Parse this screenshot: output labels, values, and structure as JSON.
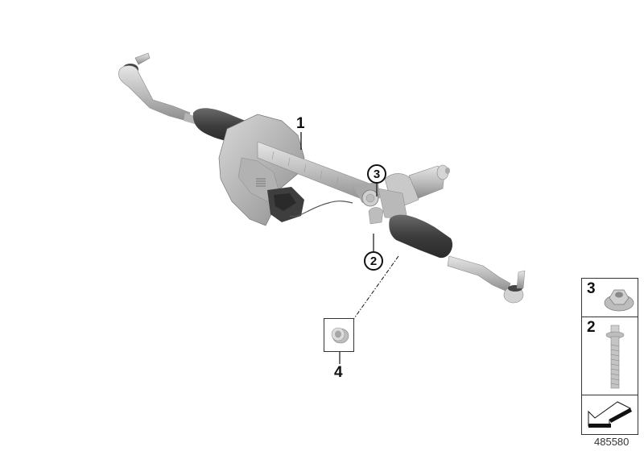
{
  "diagram": {
    "type": "exploded parts diagram",
    "subject": "Steering rack assembly",
    "reference_number": "485580",
    "callouts": [
      {
        "id": "1",
        "style": "plain",
        "target": "steering-rack-housing"
      },
      {
        "id": "2",
        "style": "circled",
        "target": "mounting-bolt"
      },
      {
        "id": "3",
        "style": "circled",
        "target": "flange-nut"
      },
      {
        "id": "4",
        "style": "plain",
        "target": "bushing"
      }
    ],
    "legend": [
      {
        "id": "3",
        "part": "flange-nut"
      },
      {
        "id": "2",
        "part": "hex-bolt"
      },
      {
        "id": "",
        "part": "direction-arrow"
      }
    ]
  },
  "colors": {
    "line": "#111111",
    "part_light": "#c9c9c9",
    "part_mid": "#9a9a9a",
    "part_dark": "#4a4a4a",
    "background": "#ffffff"
  }
}
